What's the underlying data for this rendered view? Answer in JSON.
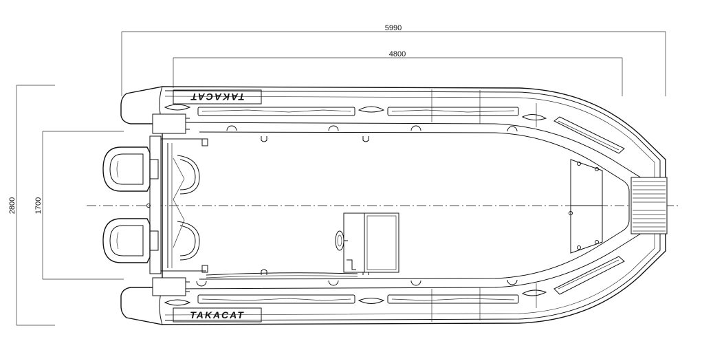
{
  "dimensions": {
    "overall_length": "5990",
    "tube_length": "4800",
    "overall_beam": "2800",
    "inner_beam": "1700"
  },
  "branding": {
    "top_logo": "TAKACAT",
    "bottom_logo": "TAKACAT"
  },
  "colors": {
    "line": "#111111",
    "background": "#ffffff"
  }
}
